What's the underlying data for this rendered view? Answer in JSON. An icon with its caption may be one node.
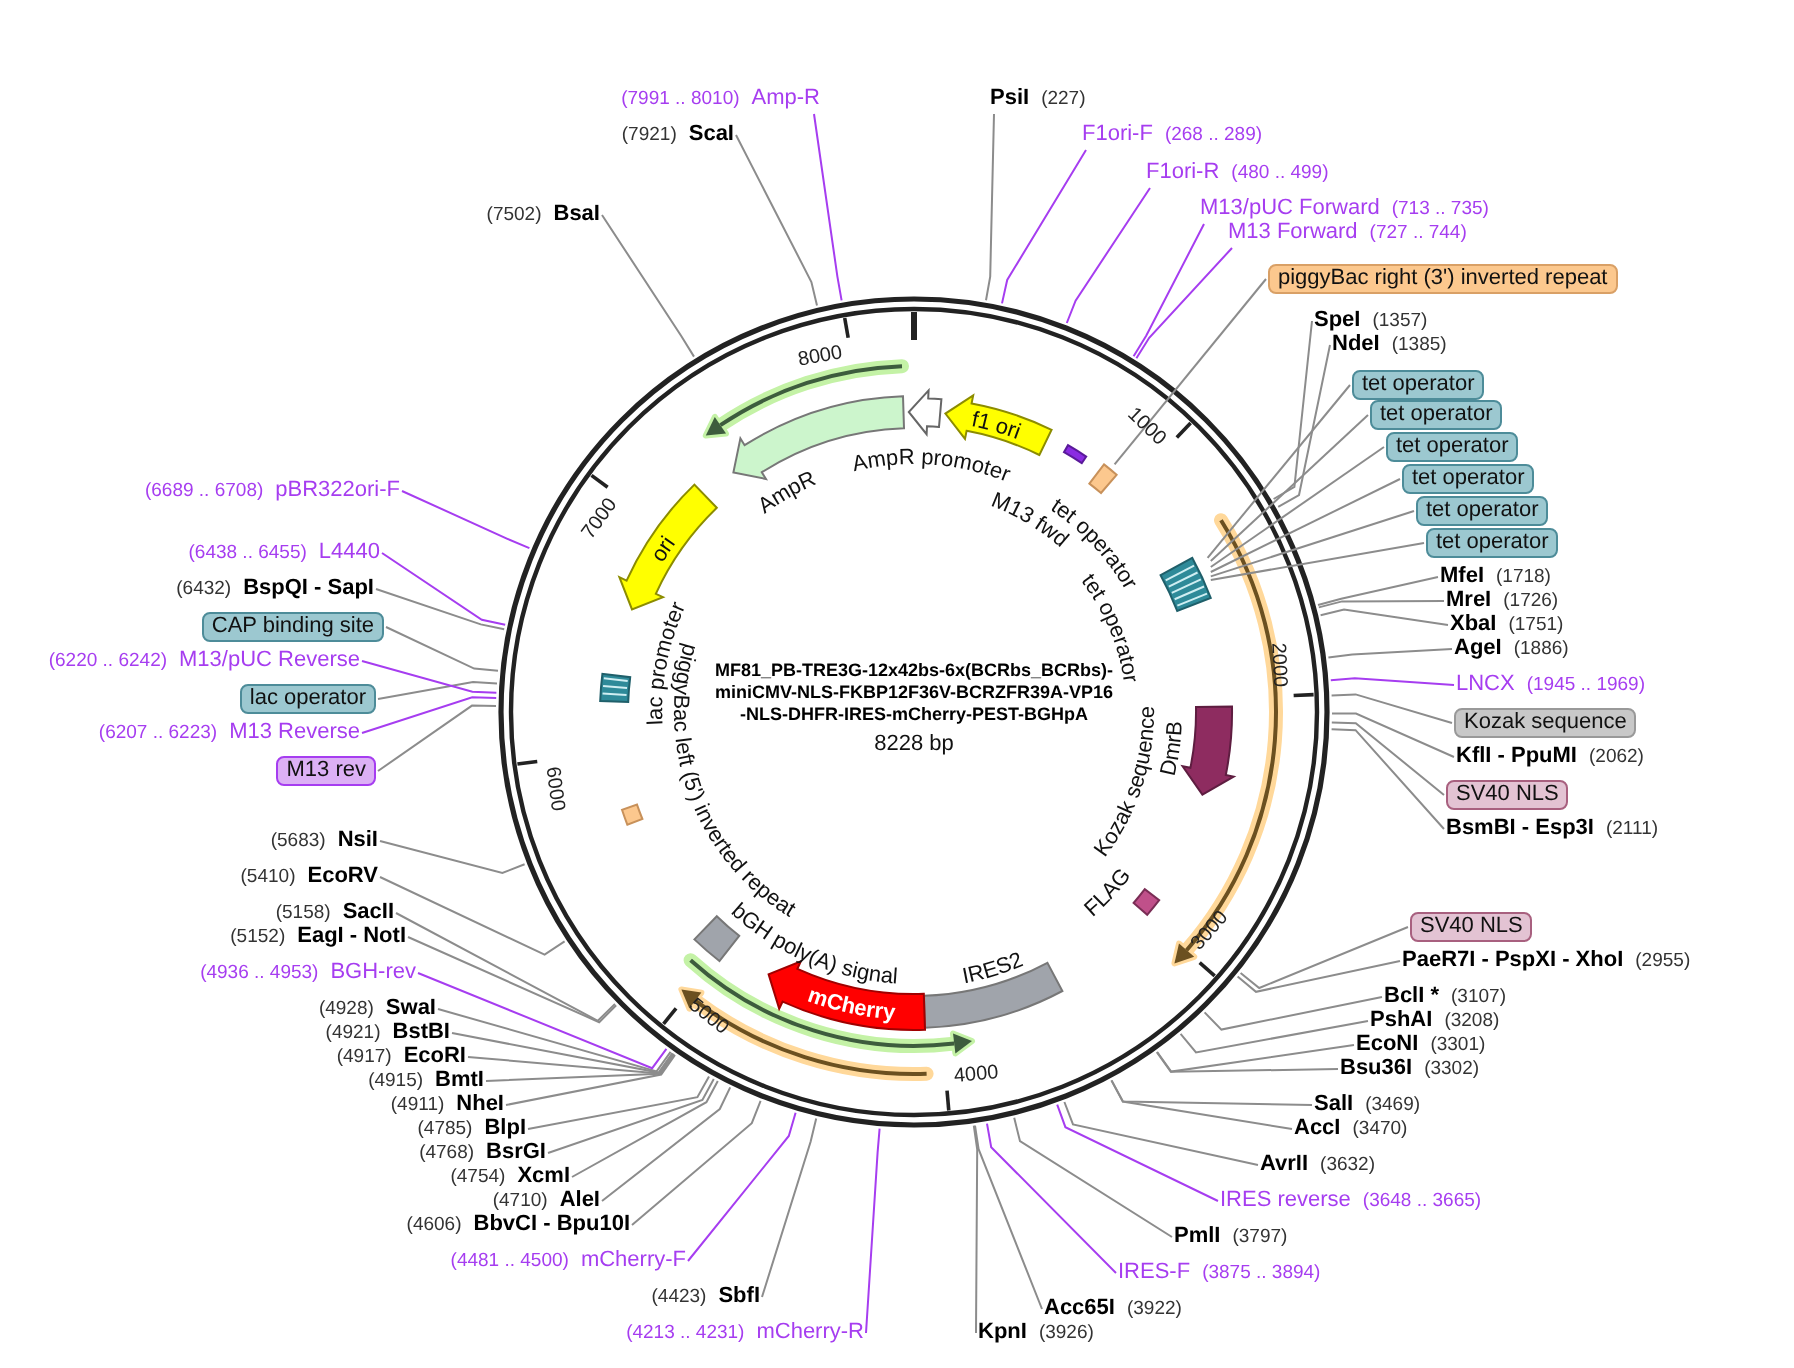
{
  "diagram": {
    "title": "MF81_PB-TRE3G-12x42bs-6x(BCRbs_BCRbs)-miniCMV-NLS-FKBP12F36V-BCRZFR39A-VP16-NLS-DHFR-IRES-mCherry-PEST-BGHpA",
    "nodes": [
      {
        "text": [
          "PsiI",
          "(227)"
        ]
      },
      {
        "text": [
          "F1ori-F",
          "(268 .. 289)"
        ]
      },
      {
        "text": [
          "F1ori-R",
          "(480 .. 499)"
        ]
      },
      {
        "text": [
          "M13/pUC Forward",
          "(713 .. 735)"
        ]
      },
      {
        "text": [
          "M13 Forward",
          "(727 .. 744)"
        ]
      },
      {
        "text": [
          "piggyBac right (3') inverted repeat"
        ]
      },
      {
        "text": [
          "SpeI",
          "(1357)"
        ]
      },
      {
        "text": [
          "NdeI",
          "(1385)"
        ]
      },
      {
        "text": [
          "tet operator"
        ]
      },
      {
        "text": [
          "tet operator"
        ]
      },
      {
        "text": [
          "tet operator"
        ]
      },
      {
        "text": [
          "tet operator"
        ]
      },
      {
        "text": [
          "tet operator"
        ]
      },
      {
        "text": [
          "tet operator"
        ]
      },
      {
        "text": [
          "MfeI",
          "(1718)"
        ]
      },
      {
        "text": [
          "MreI",
          "(1726)"
        ]
      },
      {
        "text": [
          "XbaI",
          "(1751)"
        ]
      },
      {
        "text": [
          "AgeI",
          "(1886)"
        ]
      },
      {
        "text": [
          "LNCX",
          "(1945 .. 1969)"
        ]
      },
      {
        "text": [
          "Kozak sequence"
        ]
      },
      {
        "text": [
          "KflI - PpuMI",
          "(2062)"
        ]
      },
      {
        "text": [
          "SV40 NLS"
        ]
      },
      {
        "text": [
          "BsmBI - Esp3I",
          "(2111)"
        ]
      },
      {
        "text": [
          "SV40 NLS"
        ]
      },
      {
        "text": [
          "PaeR7I - PspXI - XhoI",
          "(2955)"
        ]
      },
      {
        "text": [
          "BclI *",
          "(3107)"
        ]
      },
      {
        "text": [
          "PshAI",
          "(3208)"
        ]
      },
      {
        "text": [
          "EcoNI",
          "(3301)"
        ]
      },
      {
        "text": [
          "Bsu36I",
          "(3302)"
        ]
      },
      {
        "text": [
          "SalI",
          "(3469)"
        ]
      },
      {
        "text": [
          "AccI",
          "(3470)"
        ]
      },
      {
        "text": [
          "AvrII",
          "(3632)"
        ]
      },
      {
        "text": [
          "IRES reverse",
          "(3648 .. 3665)"
        ]
      },
      {
        "text": [
          "PmlI",
          "(3797)"
        ]
      },
      {
        "text": [
          "IRES-F",
          "(3875 .. 3894)"
        ]
      },
      {
        "text": [
          "Acc65I",
          "(3922)"
        ]
      },
      {
        "text": [
          "KpnI",
          "(3926)"
        ]
      },
      {
        "text": [
          "(4213 .. 4231)",
          "mCherry-R"
        ]
      },
      {
        "text": [
          "(4423)",
          "SbfI"
        ]
      },
      {
        "text": [
          "(4481 .. 4500)",
          "mCherry-F"
        ]
      },
      {
        "text": [
          "(4606)",
          "BbvCI - Bpu10I"
        ]
      },
      {
        "text": [
          "(4710)",
          "AleI"
        ]
      },
      {
        "text": [
          "(4754)",
          "XcmI"
        ]
      },
      {
        "text": [
          "(4768)",
          "BsrGI"
        ]
      },
      {
        "text": [
          "(4785)",
          "BlpI"
        ]
      },
      {
        "text": [
          "(4911)",
          "NheI"
        ]
      },
      {
        "text": [
          "(4915)",
          "BmtI"
        ]
      },
      {
        "text": [
          "(4917)",
          "EcoRI"
        ]
      },
      {
        "text": [
          "(4921)",
          "BstBI"
        ]
      },
      {
        "text": [
          "(4928)",
          "SwaI"
        ]
      },
      {
        "text": [
          "(4936 .. 4953)",
          "BGH-rev"
        ]
      },
      {
        "text": [
          "(5152)",
          "EagI - NotI"
        ]
      },
      {
        "text": [
          "(5158)",
          "SacII"
        ]
      },
      {
        "text": [
          "(5410)",
          "EcoRV"
        ]
      },
      {
        "text": [
          "(5683)",
          "NsiI"
        ]
      },
      {
        "text": [
          "M13 rev"
        ]
      },
      {
        "text": [
          "(6207 .. 6223)",
          "M13 Reverse"
        ]
      },
      {
        "text": [
          "lac operator"
        ]
      },
      {
        "text": [
          "(6220 .. 6242)",
          "M13/pUC Reverse"
        ]
      },
      {
        "text": [
          "CAP binding site"
        ]
      },
      {
        "text": [
          "(6432)",
          "BspQI - SapI"
        ]
      },
      {
        "text": [
          "(6438 .. 6455)",
          "L4440"
        ]
      },
      {
        "text": [
          "(6689 .. 6708)",
          "pBR322ori-F"
        ]
      },
      {
        "text": [
          "(7502)",
          "BsaI"
        ]
      },
      {
        "text": [
          "(7921)",
          "ScaI"
        ]
      },
      {
        "text": [
          "(7991 .. 8010)",
          "Amp-R"
        ]
      },
      {
        "text": [
          "f1 ori"
        ]
      },
      {
        "text": [
          "AmpR promoter"
        ]
      },
      {
        "text": [
          "AmpR"
        ]
      },
      {
        "text": [
          "ori"
        ]
      },
      {
        "text": [
          "M13 fwd"
        ]
      },
      {
        "text": [],
        "shape": "box"
      },
      {
        "text": [
          "tet operator",
          "tet operator"
        ]
      },
      {
        "text": [
          "DmrB"
        ]
      },
      {
        "text": [
          "Kozak sequence",
          "FLAG"
        ]
      },
      {
        "text": [
          "IRES2"
        ]
      },
      {
        "text": [
          "mCherry"
        ]
      },
      {
        "text": [
          "bGH poly(A) signal"
        ]
      },
      {
        "text": [
          "piggyBac left (5') inverted repeat"
        ]
      },
      {
        "text": [
          "lac promoter"
        ]
      }
    ],
    "edges": [
      {
        "from": 0,
        "to": null,
        "arrow": "none"
      },
      {
        "from": 1,
        "to": null,
        "arrow": "none",
        "color": "#a63df0"
      },
      {
        "from": 2,
        "to": null,
        "arrow": "none",
        "color": "#a63df0"
      },
      {
        "from": 3,
        "to": null,
        "arrow": "none",
        "color": "#a63df0"
      },
      {
        "from": 4,
        "to": null,
        "arrow": "none",
        "color": "#a63df0"
      },
      {
        "from": 5,
        "to": 71,
        "arrow": "none"
      },
      {
        "from": 6,
        "to": null,
        "arrow": "none"
      },
      {
        "from": 7,
        "to": null,
        "arrow": "none"
      },
      {
        "from": 8,
        "to": 72,
        "arrow": "none"
      },
      {
        "from": 9,
        "to": 72,
        "arrow": "none"
      },
      {
        "from": 10,
        "to": 72,
        "arrow": "none"
      },
      {
        "from": 11,
        "to": 72,
        "arrow": "none"
      },
      {
        "from": 12,
        "to": 72,
        "arrow": "none"
      },
      {
        "from": 13,
        "to": 72,
        "arrow": "none"
      },
      {
        "from": 14,
        "to": null,
        "arrow": "none"
      },
      {
        "from": 15,
        "to": null,
        "arrow": "none"
      },
      {
        "from": 16,
        "to": null,
        "arrow": "none"
      },
      {
        "from": 17,
        "to": null,
        "arrow": "none"
      },
      {
        "from": 18,
        "to": null,
        "arrow": "none",
        "color": "#a63df0"
      },
      {
        "from": 19,
        "to": null,
        "arrow": "none"
      },
      {
        "from": 20,
        "to": null,
        "arrow": "none"
      },
      {
        "from": 21,
        "to": null,
        "arrow": "none"
      },
      {
        "from": 22,
        "to": null,
        "arrow": "none"
      },
      {
        "from": 23,
        "to": null,
        "arrow": "none"
      },
      {
        "from": 24,
        "to": null,
        "arrow": "none"
      },
      {
        "from": 25,
        "to": null,
        "arrow": "none"
      },
      {
        "from": 26,
        "to": null,
        "arrow": "none"
      },
      {
        "from": 27,
        "to": null,
        "arrow": "none"
      },
      {
        "from": 28,
        "to": null,
        "arrow": "none"
      },
      {
        "from": 29,
        "to": null,
        "arrow": "none"
      },
      {
        "from": 30,
        "to": null,
        "arrow": "none"
      },
      {
        "from": 31,
        "to": null,
        "arrow": "none"
      },
      {
        "from": 32,
        "to": null,
        "arrow": "none",
        "color": "#a63df0"
      },
      {
        "from": 33,
        "to": null,
        "arrow": "none"
      },
      {
        "from": 34,
        "to": null,
        "arrow": "none",
        "color": "#a63df0"
      },
      {
        "from": 35,
        "to": null,
        "arrow": "none"
      },
      {
        "from": 36,
        "to": null,
        "arrow": "none"
      },
      {
        "from": 37,
        "to": null,
        "arrow": "none",
        "color": "#a63df0"
      },
      {
        "from": 38,
        "to": null,
        "arrow": "none"
      },
      {
        "from": 39,
        "to": null,
        "arrow": "none",
        "color": "#a63df0"
      },
      {
        "from": 40,
        "to": null,
        "arrow": "none"
      },
      {
        "from": 41,
        "to": null,
        "arrow": "none"
      },
      {
        "from": 42,
        "to": null,
        "arrow": "none"
      },
      {
        "from": 43,
        "to": null,
        "arrow": "none"
      },
      {
        "from": 44,
        "to": null,
        "arrow": "none"
      },
      {
        "from": 45,
        "to": null,
        "arrow": "none"
      },
      {
        "from": 46,
        "to": null,
        "arrow": "none"
      },
      {
        "from": 47,
        "to": null,
        "arrow": "none"
      },
      {
        "from": 48,
        "to": null,
        "arrow": "none"
      },
      {
        "from": 49,
        "to": null,
        "arrow": "none"
      },
      {
        "from": 50,
        "to": null,
        "arrow": "none",
        "color": "#a63df0"
      },
      {
        "from": 51,
        "to": null,
        "arrow": "none"
      },
      {
        "from": 52,
        "to": null,
        "arrow": "none"
      },
      {
        "from": 53,
        "to": null,
        "arrow": "none"
      },
      {
        "from": 54,
        "to": null,
        "arrow": "none"
      },
      {
        "from": 55,
        "to": null,
        "arrow": "none"
      },
      {
        "from": 56,
        "to": null,
        "arrow": "none",
        "color": "#a63df0"
      },
      {
        "from": 57,
        "to": null,
        "arrow": "none"
      },
      {
        "from": 58,
        "to": null,
        "arrow": "none",
        "color": "#a63df0"
      },
      {
        "from": 59,
        "to": null,
        "arrow": "none"
      },
      {
        "from": 60,
        "to": null,
        "arrow": "none"
      },
      {
        "from": 61,
        "to": null,
        "arrow": "none",
        "color": "#a63df0"
      },
      {
        "from": 62,
        "to": null,
        "arrow": "none",
        "color": "#a63df0"
      },
      {
        "from": 63,
        "to": null,
        "arrow": "none"
      },
      {
        "from": 64,
        "to": null,
        "arrow": "none"
      },
      {
        "from": 65,
        "to": null,
        "arrow": "none",
        "color": "#a63df0"
      }
    ],
    "labels": [
      "8228 bp",
      "1000",
      "2000",
      "3000",
      "4000",
      "5000",
      "6000",
      "7000",
      "8000"
    ]
  }
}
